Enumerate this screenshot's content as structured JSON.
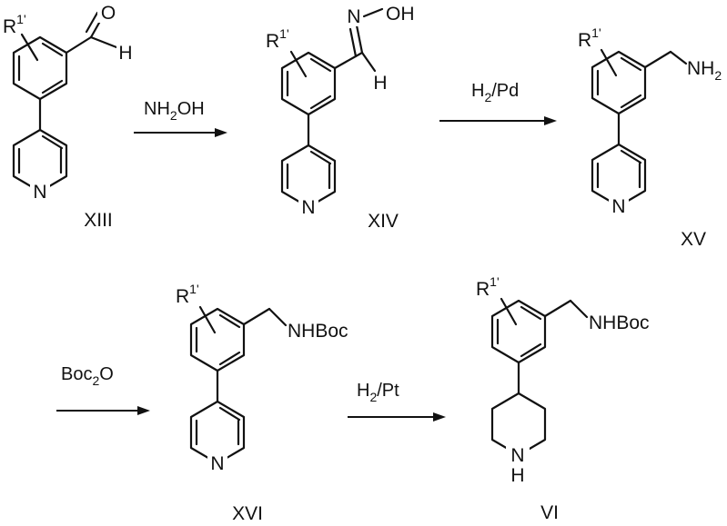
{
  "scheme": {
    "compounds": [
      {
        "id": "XIII",
        "label": "XIII",
        "group": "CHO"
      },
      {
        "id": "XIV",
        "label": "XIV",
        "group": "CH=N-OH"
      },
      {
        "id": "XV",
        "label": "XV",
        "group": "CH2NH2"
      },
      {
        "id": "XVI",
        "label": "XVI",
        "group": "CH2NHBoc"
      },
      {
        "id": "VI",
        "label": "VI",
        "group": "CH2NHBoc"
      }
    ],
    "substituent": {
      "base": "R",
      "superscript": "1'"
    },
    "atoms": {
      "O": "O",
      "H": "H",
      "N": "N",
      "OH": "OH",
      "NH": "NH",
      "NH_sub": "2",
      "NHBoc": "NHBoc",
      "ring_NH_N": "N",
      "ring_NH_H": "H"
    },
    "reagents": [
      {
        "step": 1,
        "text": "NH",
        "sub": "2",
        "tail": "OH"
      },
      {
        "step": 2,
        "text": "H",
        "sub": "2",
        "tail": "/Pd"
      },
      {
        "step": 3,
        "text": "Boc",
        "sub": "2",
        "tail": "O"
      },
      {
        "step": 4,
        "text": "H",
        "sub": "2",
        "tail": "/Pt"
      }
    ]
  }
}
